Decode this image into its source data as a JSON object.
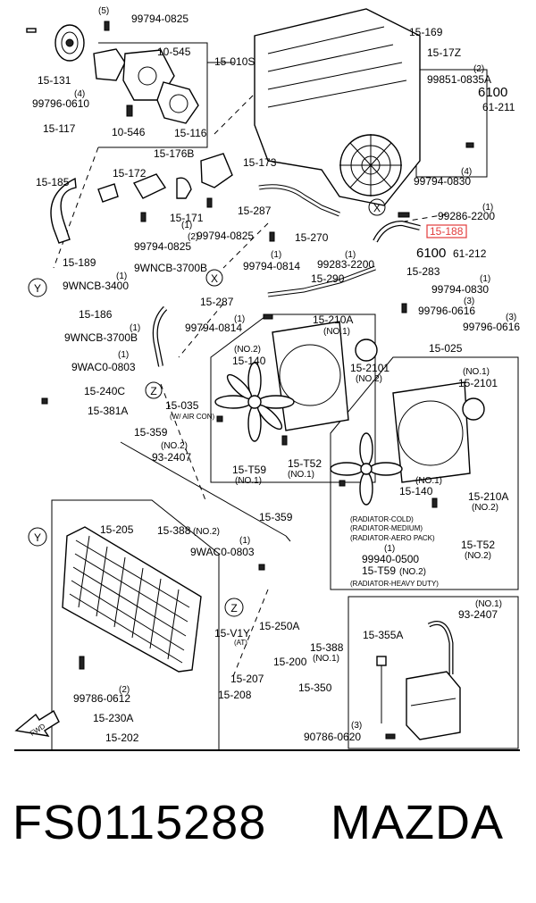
{
  "callouts": {
    "c_99794_0825_top_qty": "(5)",
    "c_99794_0825_top": "99794-0825",
    "c_15_131": "15-131",
    "c_99796_0610_qty": "(4)",
    "c_99796_0610": "99796-0610",
    "c_15_117": "15-117",
    "c_10_545": "10-545",
    "c_10_546": "10-546",
    "c_15_116": "15-116",
    "c_15_010S": "15-010S",
    "c_15_169": "15-169",
    "c_15_17Z": "15-17Z",
    "c_99851_qty": "(2)",
    "c_99851": "99851-0835A",
    "c_6100_top": "6100",
    "c_61_211": "61-211",
    "c_99794_0830_mid_qty": "(4)",
    "c_99794_0830_mid": "99794-0830",
    "c_15_176B": "15-176B",
    "c_15_173": "15-173",
    "c_15_185": "15-185",
    "c_15_172": "15-172",
    "c_15_171": "15-171",
    "c_99794_0825_a_qty": "(1)",
    "c_99794_0825_a": "99794-0825",
    "c_99794_0825_b_qty": "(2)",
    "c_99794_0825_b": "99794-0825",
    "c_15_287_a": "15-287",
    "c_15_270": "15-270",
    "c_99286_qty": "(1)",
    "c_99286": "99286-2200",
    "c_15_188": "15-188",
    "c_6100_mid": "6100",
    "c_61_212": "61-212",
    "c_15_189": "15-189",
    "c_9WNCB_3700B_a": "9WNCB-3700B",
    "c_99794_0814_a_qty": "(1)",
    "c_99794_0814_a": "99794-0814",
    "c_99283_qty": "(1)",
    "c_99283": "99283-2200",
    "c_15_283": "15-283",
    "c_99794_0830_b_qty": "(1)",
    "c_99794_0830_b": "99794-0830",
    "c_9WNCB_3400_qty": "(1)",
    "c_9WNCB_3400": "9WNCB-3400",
    "c_15_290": "15-290",
    "c_15_287_b": "15-287",
    "c_99796_0616_a_qty": "(3)",
    "c_99796_0616_a": "99796-0616",
    "c_15_186": "15-186",
    "c_9WNCB_3700B_b_qty": "(1)",
    "c_9WNCB_3700B_b": "9WNCB-3700B",
    "c_99794_0814_b_qty": "(1)",
    "c_99794_0814_b": "99794-0814",
    "c_15_210A_a": "15-210A",
    "c_15_210A_a_note": "(NO.1)",
    "c_99796_0616_b_qty": "(3)",
    "c_99796_0616_b": "99796-0616",
    "c_15_025": "15-025",
    "c_9WAC0_0803_a_qty": "(1)",
    "c_9WAC0_0803_a": "9WAC0-0803",
    "c_no2_a": "(NO.2)",
    "c_15_140_a": "15-140",
    "c_15_2101_a": "15-2101",
    "c_15_2101_a_note": "(NO.2)",
    "c_no1_b": "(NO.1)",
    "c_15_2101_b": "15-2101",
    "c_15_240C": "15-240C",
    "c_15_381A": "15-381A",
    "c_15_035": "15-035",
    "c_15_035_note": "(W/ AIR CON)",
    "c_15_359_a": "15-359",
    "c_no2_b": "(NO.2)",
    "c_93_2407_a": "93-2407",
    "c_15_T59_a": "15-T59",
    "c_15_T59_a_note": "(NO.1)",
    "c_15_T52_a": "15-T52",
    "c_15_T52_a_note": "(NO.1)",
    "c_15_140_b_note": "(NO.1)",
    "c_15_140_b": "15-140",
    "c_15_210A_b": "15-210A",
    "c_15_210A_b_note": "(NO.2)",
    "c_15_205": "15-205",
    "c_15_388_a": "15-388",
    "c_15_388_a_note": "(NO.2)",
    "c_15_359_b": "15-359",
    "c_rad_cold": "(RADIATOR-COLD)",
    "c_rad_medium": "(RADIATOR-MEDIUM)",
    "c_rad_aero": "(RADIATOR-AERO PACK)",
    "c_99940_qty": "(1)",
    "c_99940": "99940-0500",
    "c_15_T59_b": "15-T59",
    "c_15_T59_b_note": "(NO.2)",
    "c_rad_heavy": "(RADIATOR-HEAVY DUTY)",
    "c_15_T52_b": "15-T52",
    "c_15_T52_b_note": "(NO.2)",
    "c_9WAC0_0803_b_qty": "(1)",
    "c_9WAC0_0803_b": "9WAC0-0803",
    "c_no1_c": "(NO.1)",
    "c_93_2407_b": "93-2407",
    "c_15_250A": "15-250A",
    "c_15_V1Y": "15-V1Y",
    "c_15_V1Y_note": "(AT)",
    "c_15_355A": "15-355A",
    "c_15_388_b": "15-388",
    "c_15_388_b_note": "(NO.1)",
    "c_15_200": "15-200",
    "c_15_207": "15-207",
    "c_15_208": "15-208",
    "c_99786_qty": "(2)",
    "c_99786": "99786-0612",
    "c_15_350": "15-350",
    "c_15_230A": "15-230A",
    "c_90786_qty": "(3)",
    "c_90786": "90786-0620",
    "c_15_202": "15-202",
    "c_marker_x": "X",
    "c_marker_y": "Y",
    "c_marker_z": "Z",
    "c_fwd": "FWD"
  },
  "highlight_color": "#e23b3b",
  "footer": {
    "part_number": "FS0115288",
    "brand": "MAZDA"
  }
}
